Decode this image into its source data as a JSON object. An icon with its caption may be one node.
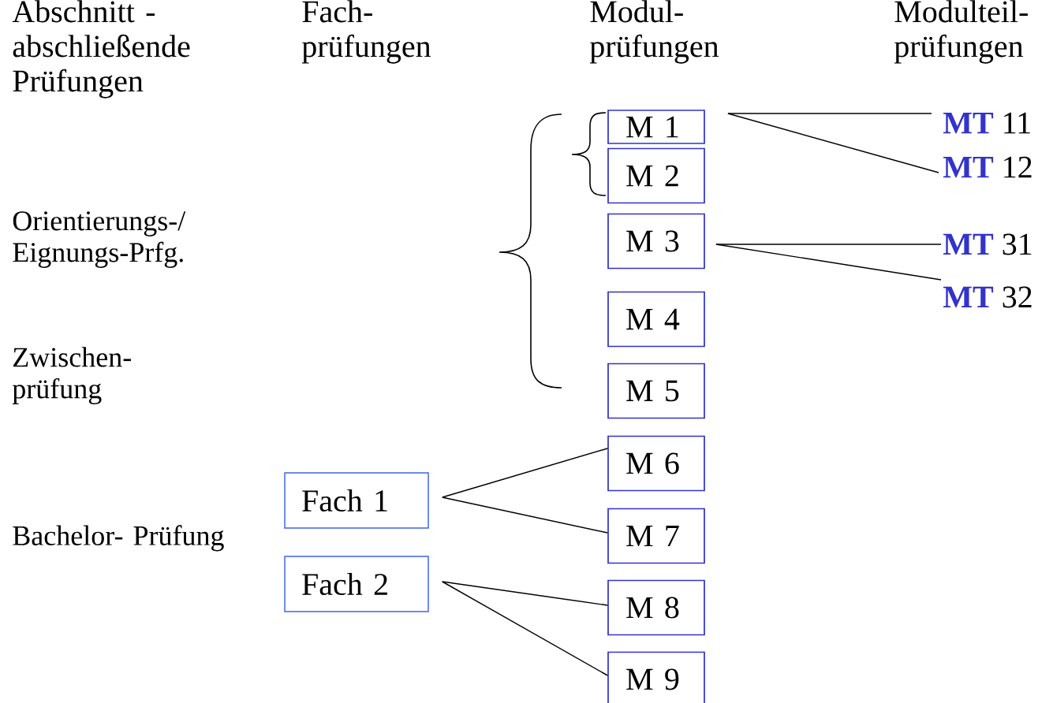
{
  "diagram": {
    "nodes": [
      {
        "text": [
          "M 1"
        ]
      },
      {
        "text": [
          "M 2"
        ]
      },
      {
        "text": [
          "M 3"
        ]
      },
      {
        "text": [
          "M 4"
        ]
      },
      {
        "text": [
          "M 5"
        ]
      },
      {
        "text": [
          "M 6"
        ]
      },
      {
        "text": [
          "M 7"
        ]
      },
      {
        "text": [
          "M 8"
        ]
      },
      {
        "text": [
          "M 9"
        ]
      },
      {
        "text": [
          "Fach 1"
        ]
      },
      {
        "text": [
          "Fach 2"
        ]
      },
      {
        "text": [
          "**MT** 11"
        ]
      },
      {
        "text": [
          "**MT** 12"
        ]
      },
      {
        "text": [
          "**MT** 31"
        ]
      },
      {
        "text": [
          "**MT** 32"
        ]
      }
    ],
    "edges": [
      {
        "from": 0,
        "to": 11,
        "arrow": "none"
      },
      {
        "from": 0,
        "to": 12,
        "arrow": "none"
      },
      {
        "from": 2,
        "to": 13,
        "arrow": "none"
      },
      {
        "from": 2,
        "to": 14,
        "arrow": "none"
      },
      {
        "from": 9,
        "to": 5,
        "arrow": "none"
      },
      {
        "from": 9,
        "to": 6,
        "arrow": "none"
      },
      {
        "from": 10,
        "to": 7,
        "arrow": "none"
      },
      {
        "from": 10,
        "to": 8,
        "arrow": "none"
      }
    ],
    "labels": [
      "Abschnitt - abschließende Prüfungen",
      "Fach- prüfungen",
      "Modul- prüfungen",
      "Modulteil- prüfungen",
      "Orientierungs-/ Eignungs-Prfg.",
      "Zwischen- prüfung",
      "Bachelor- Prüfung"
    ]
  }
}
